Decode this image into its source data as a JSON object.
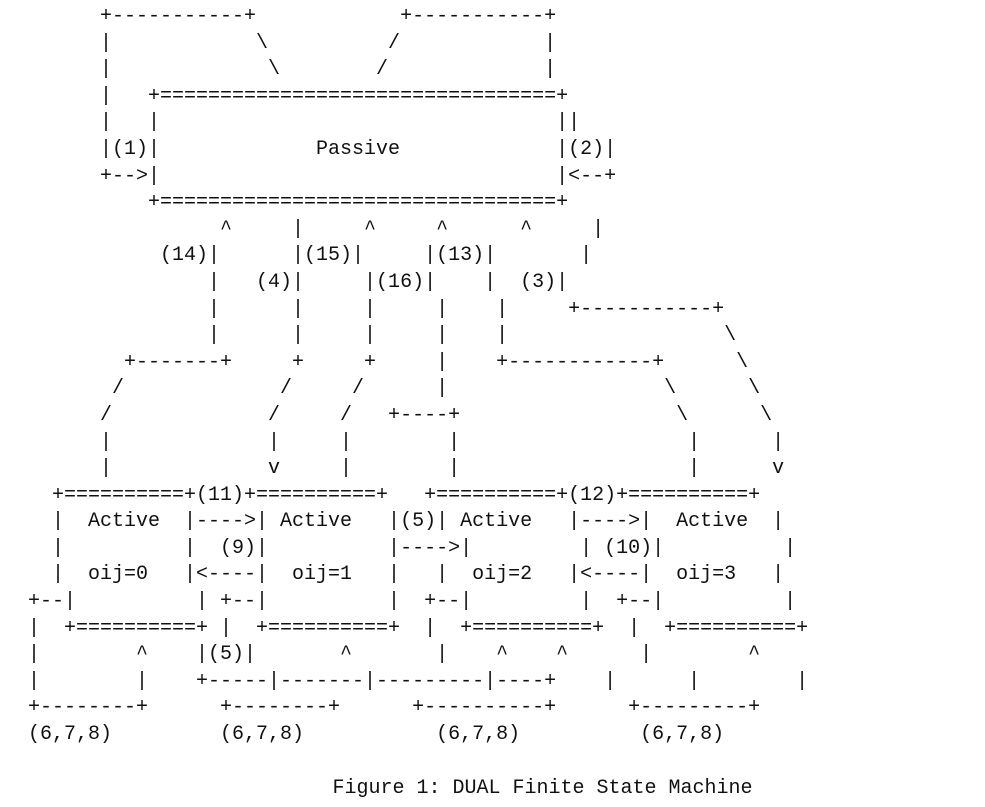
{
  "diagram": {
    "lines": [
      "       +-----------+            +-----------+",
      "       |            \\          /            |",
      "       |             \\        /             |",
      "       |   +=================================+",
      "       |   |                                 ||",
      "       |(1)|             Passive             |(2)|",
      "       +-->|                                 |<--+",
      "           +=================================+",
      "                 ^     |     ^     ^      ^     |",
      "            (14)|      |(15)|     |(13)|       |",
      "                |   (4)|     |(16)|    |  (3)|",
      "                |      |     |     |    |     +-----------+",
      "                |      |     |     |    |                  \\",
      "         +-------+     +     +     |    +------------+      \\",
      "        /             /     /      |                  \\      \\",
      "       /             /     /   +----+                  \\      \\",
      "       |             |     |        |                   |      |",
      "       |             v     |        |                   |      v",
      "   +==========+(11)+==========+   +==========+(12)+==========+",
      "   |  Active  |---->| Active   |(5)| Active   |---->|  Active  |",
      "   |          |  (9)|          |---->|         | (10)|          |",
      "   |  oij=0   |<----|  oij=1   |   |  oij=2   |<----|  oij=3   |",
      " +--|          | +--|          |  +--|         |  +--|          |",
      " |  +==========+ |  +==========+  |  +==========+  |  +==========+",
      " |        ^    |(5)|       ^       |    ^    ^      |        ^",
      " |        |    +-----|-------|---------|----+    |      |        |",
      " +--------+      +--------+      +----------+      +---------+",
      " (6,7,8)         (6,7,8)           (6,7,8)          (6,7,8)"
    ],
    "caption": "Figure 1: DUAL Finite State Machine"
  },
  "states": {
    "passive": "Passive",
    "active": [
      "Active",
      "Active",
      "Active",
      "Active"
    ],
    "oij": [
      "oij=0",
      "oij=1",
      "oij=2",
      "oij=3"
    ]
  },
  "transition_labels": [
    "(1)",
    "(2)",
    "(3)",
    "(4)",
    "(5)",
    "(6,7,8)",
    "(9)",
    "(10)",
    "(11)",
    "(12)",
    "(13)",
    "(14)",
    "(15)",
    "(16)"
  ]
}
